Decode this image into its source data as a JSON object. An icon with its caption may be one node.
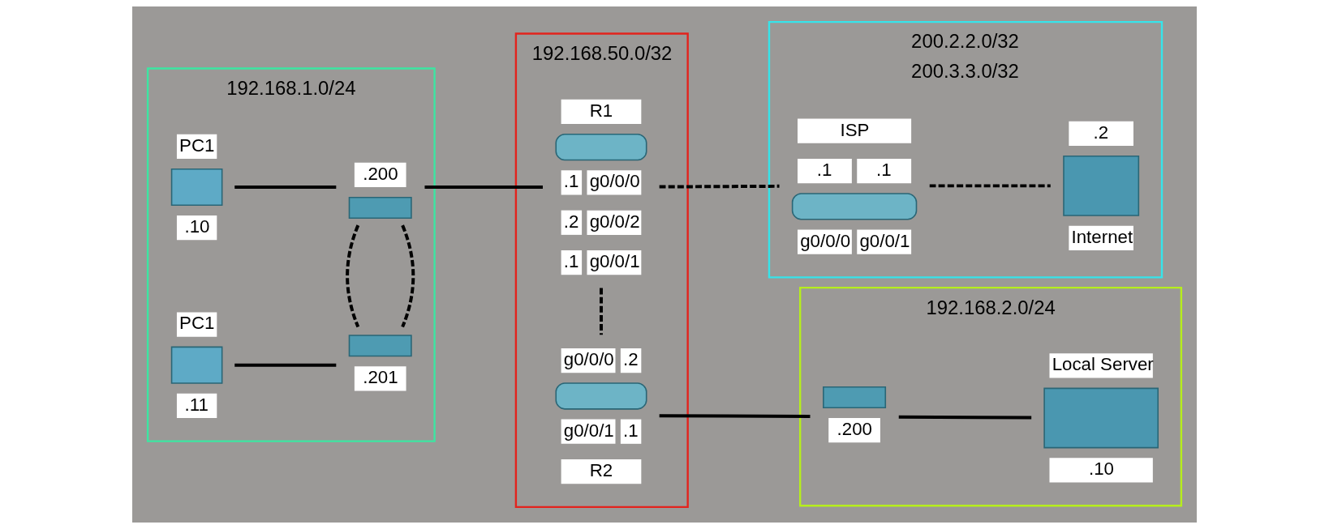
{
  "diagram": {
    "nodes": [
      {
        "text": [
          "192.168.1.0/24"
        ]
      },
      {
        "text": [
          "PC1",
          ".10"
        ],
        "in": 0
      },
      {
        "text": [
          ".200"
        ],
        "in": 0
      },
      {
        "text": [
          "PC1",
          ".11"
        ],
        "in": 0
      },
      {
        "text": [
          ".201"
        ],
        "in": 0
      },
      {
        "text": [
          "192.168.50.0/32"
        ]
      },
      {
        "text": [
          "R1",
          ".1",
          "g0/0/0",
          ".2",
          "g0/0/2",
          ".1",
          "g0/0/1"
        ],
        "in": 5
      },
      {
        "text": [
          "g0/0/0",
          ".2",
          "g0/0/1",
          ".1",
          "R2"
        ],
        "in": 5
      },
      {
        "text": [
          "200.2.2.0/32",
          "200.3.3.0/32"
        ]
      },
      {
        "text": [
          "ISP",
          ".1",
          ".1",
          "g0/0/0",
          "g0/0/1"
        ],
        "in": 8
      },
      {
        "text": [
          ".2",
          "Internet"
        ],
        "in": 8
      },
      {
        "text": [
          "192.168.2.0/24"
        ]
      },
      {
        "text": [
          ".200"
        ],
        "in": 11
      },
      {
        "text": [
          "Local Server",
          ".10"
        ],
        "in": 11
      }
    ],
    "edges": [
      {
        "from": 1,
        "to": 2,
        "arrow": "none"
      },
      {
        "from": 2,
        "to": 6,
        "arrow": "none"
      },
      {
        "from": 2,
        "to": 4,
        "arrow": "none",
        "style": "dashed"
      },
      {
        "from": 2,
        "to": 4,
        "arrow": "none",
        "style": "dashed"
      },
      {
        "from": 3,
        "to": 4,
        "arrow": "none"
      },
      {
        "from": 6,
        "to": 9,
        "arrow": "none",
        "style": "dashed"
      },
      {
        "from": 9,
        "to": 10,
        "arrow": "none",
        "style": "dashed"
      },
      {
        "from": 6,
        "to": 7,
        "arrow": "none",
        "style": "dashed"
      },
      {
        "from": 7,
        "to": 12,
        "arrow": "none"
      },
      {
        "from": 12,
        "to": 13,
        "arrow": "none"
      }
    ]
  }
}
